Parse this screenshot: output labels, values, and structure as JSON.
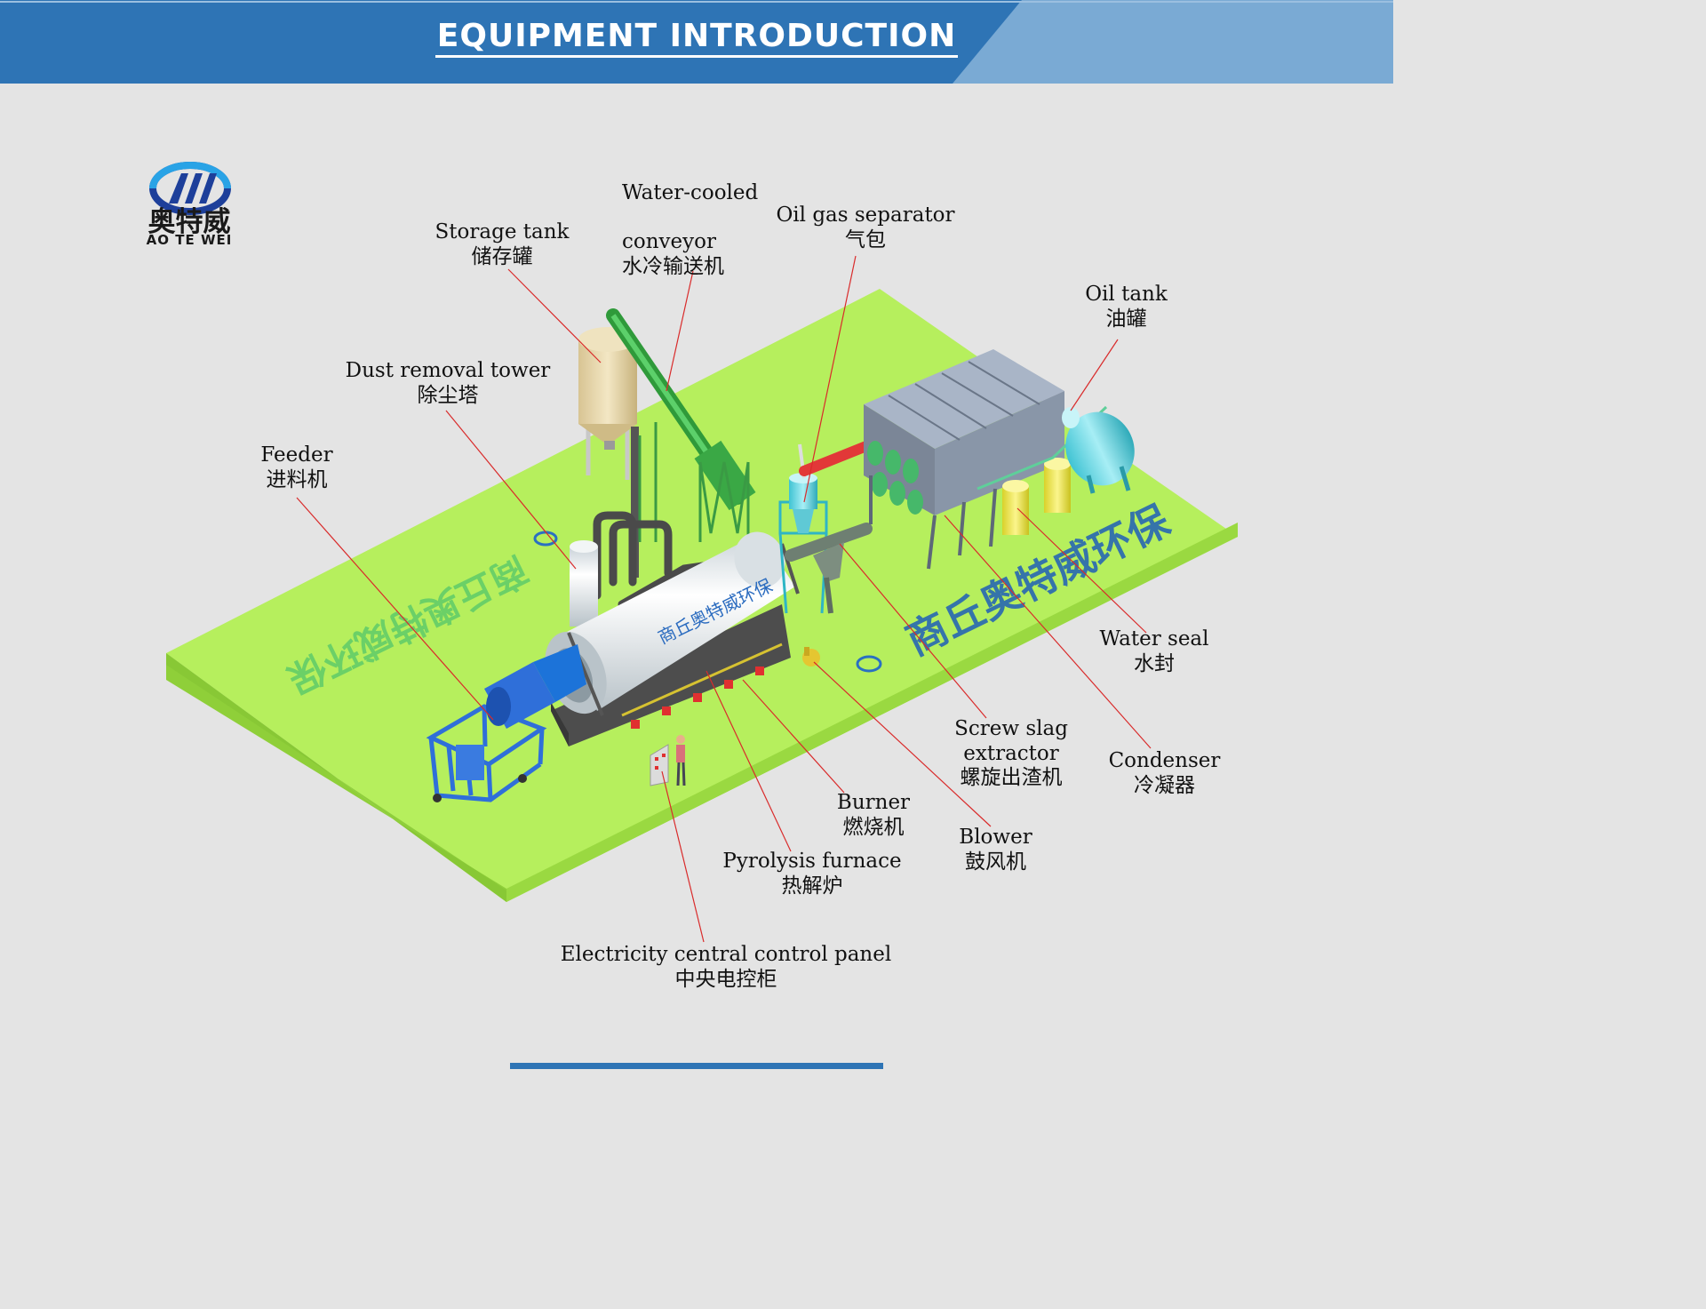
{
  "header": {
    "title": "EQUIPMENT INTRODUCTION"
  },
  "logo": {
    "cn": "奥特威",
    "en": "AO TE WEI"
  },
  "watermark": {
    "front": "商丘奥特威环保",
    "back": "商丘奥特威环保",
    "drum": "商丘奥特威环保"
  },
  "labels": [
    {
      "key": "storage_tank",
      "en": "Storage tank",
      "cn": "储存罐"
    },
    {
      "key": "water_cooled_conveyor",
      "en": "Water-cooled\n\nconveyor",
      "cn": "水冷输送机"
    },
    {
      "key": "oil_gas_separator",
      "en": "Oil gas separator",
      "cn": "气包"
    },
    {
      "key": "oil_tank",
      "en": "Oil tank",
      "cn": "油罐"
    },
    {
      "key": "dust_removal_tower",
      "en": "Dust removal tower",
      "cn": "除尘塔"
    },
    {
      "key": "feeder",
      "en": "Feeder",
      "cn": "进料机"
    },
    {
      "key": "water_seal",
      "en": "Water seal",
      "cn": "水封"
    },
    {
      "key": "screw_slag_extractor",
      "en": "Screw slag extractor",
      "cn": "螺旋出渣机"
    },
    {
      "key": "condenser",
      "en": "Condenser",
      "cn": "冷凝器"
    },
    {
      "key": "burner",
      "en": "Burner",
      "cn": "燃烧机"
    },
    {
      "key": "blower",
      "en": "Blower",
      "cn": "鼓风机"
    },
    {
      "key": "pyrolysis_furnace",
      "en": "Pyrolysis furnace",
      "cn": "热解炉"
    },
    {
      "key": "control_panel",
      "en": "Electricity central control panel",
      "cn": "中央电控柜"
    }
  ],
  "colors": {
    "header_blue": "#2e74b5",
    "header_light": "#7aaad4",
    "platform": "#b4ee5c",
    "leader": "#d92b2b"
  }
}
